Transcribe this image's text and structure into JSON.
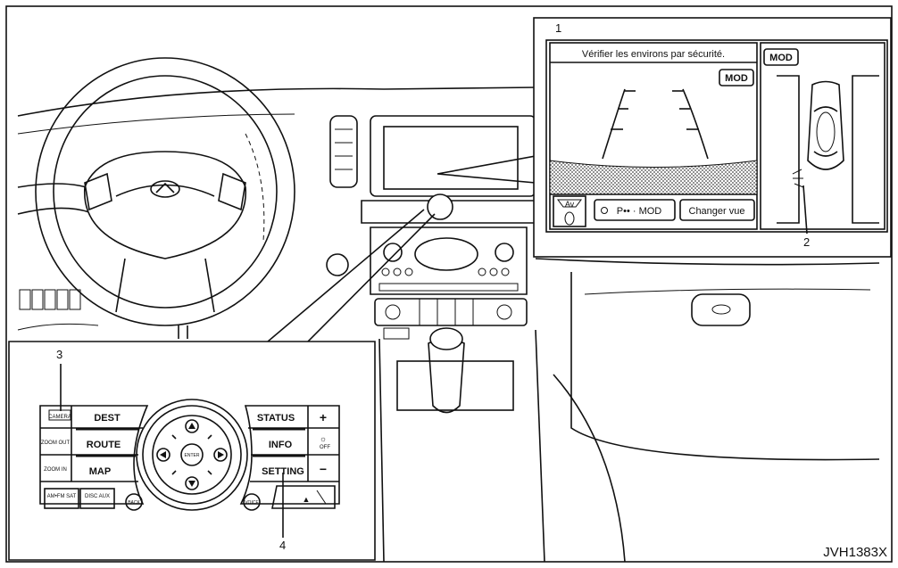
{
  "callouts": {
    "c1": "1",
    "c2": "2",
    "c3": "3",
    "c4": "4"
  },
  "figure_code": "JVH1383X",
  "screen": {
    "message": "Vérifier les environs par sécurité.",
    "mod_badge_main": "MOD",
    "mod_badge_side": "MOD",
    "av_label": "Av",
    "p_mod_button": "P•• · MOD",
    "change_view_button": "Changer vue"
  },
  "controller": {
    "camera": "CAMERA",
    "dest": "DEST",
    "zoom_out": "ZOOM OUT",
    "route": "ROUTE",
    "zoom_in": "ZOOM IN",
    "map": "MAP",
    "status": "STATUS",
    "plus": "+",
    "info": "INFO",
    "day_night_off": "OFF",
    "setting": "SETTING",
    "minus": "−",
    "am_fm_sat": "AM•FM SAT",
    "disc_aux": "DISC AUX",
    "back": "BACK",
    "voice": "VOICE",
    "enter": "ENTER",
    "eject": "▲"
  }
}
